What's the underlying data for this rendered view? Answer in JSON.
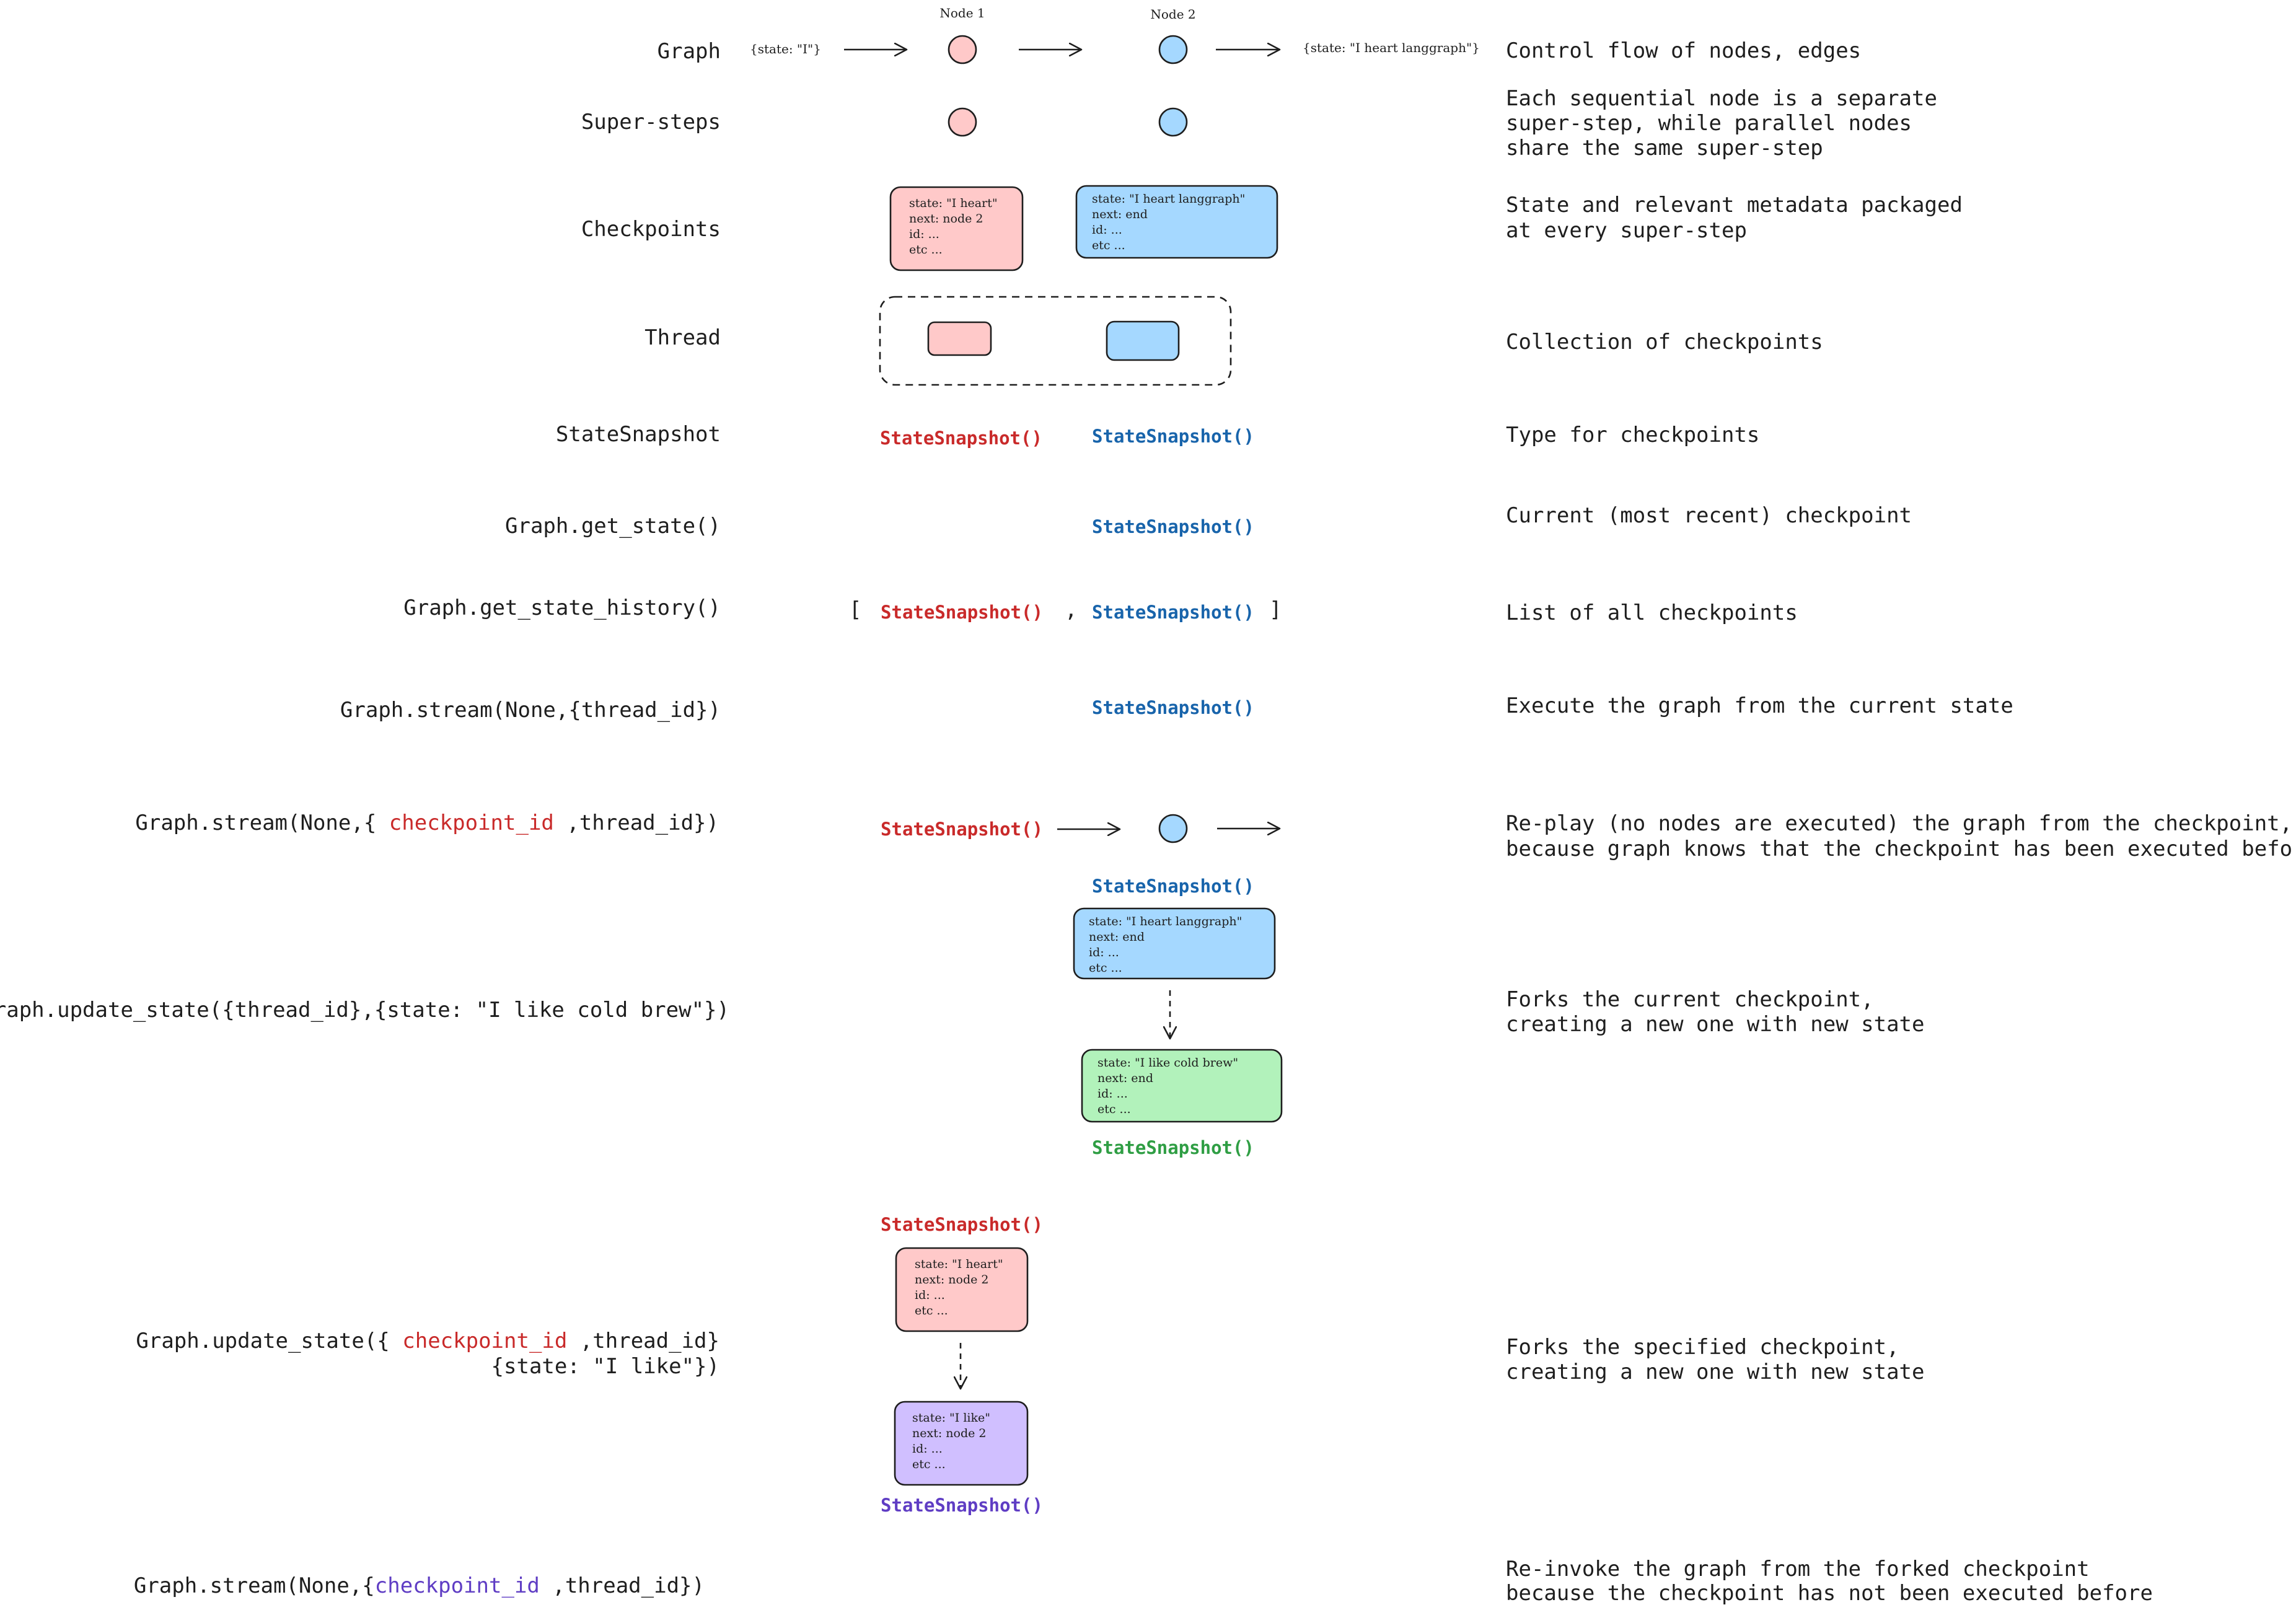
{
  "colors": {
    "red_fill": "#ffc9c9",
    "blue_fill": "#a5d8ff",
    "green_fill": "#b2f2bb",
    "purple_fill": "#d0bfff",
    "red_text": "#c92a2a",
    "blue_text": "#1864ab",
    "green_text": "#2f9e44",
    "purple_text": "#5f3dc4",
    "stroke": "#1e1e1e"
  },
  "icons": {
    "arrow": "arrow-right-icon",
    "dashed_arrow": "arrow-down-dashed-icon"
  },
  "graph": {
    "node1": "Node 1",
    "node2": "Node 2",
    "input": "{state: \"I\"}",
    "output": "{state: \"I heart langgraph\"}"
  },
  "labels": {
    "graph": "Graph",
    "supersteps": "Super-steps",
    "checkpoints": "Checkpoints",
    "thread": "Thread",
    "statesnapshot": "StateSnapshot",
    "get_state": "Graph.get_state()",
    "get_state_history": "Graph.get_state_history()",
    "stream_thread": "Graph.stream(None,{thread_id})",
    "stream_cp_pre": "Graph.stream(None,{ ",
    "stream_cp_id": "checkpoint_id",
    "stream_cp_post": " ,thread_id})",
    "update_thread": "Graph.update_state({thread_id},{state: \"I like cold brew\"})",
    "update_cp_pre": "Graph.update_state({ ",
    "update_cp_id": "checkpoint_id",
    "update_cp_post": " ,thread_id}",
    "update_cp_line2": "{state: \"I like\"})",
    "restream_pre": "Graph.stream(None,{",
    "restream_id": "checkpoint_id",
    "restream_post": "  ,thread_id})"
  },
  "descriptions": {
    "graph": "Control flow of nodes, edges",
    "supersteps": [
      "Each sequential node is a separate",
      "super-step, while parallel nodes",
      "share the same super-step"
    ],
    "checkpoints": [
      "State and relevant metadata packaged",
      "at every super-step"
    ],
    "thread": "Collection of checkpoints",
    "statesnapshot": "Type for checkpoints",
    "get_state": "Current (most recent) checkpoint",
    "get_state_history": "List of all checkpoints",
    "stream_thread": "Execute the graph from the current state",
    "stream_cp": [
      "Re-play (no nodes are executed) the graph from the checkpoint,",
      "because graph knows that the checkpoint has been executed before"
    ],
    "update_thread": [
      "Forks the current checkpoint,",
      "creating a new one with new state"
    ],
    "update_cp": [
      "Forks the specified checkpoint,",
      "creating a new one with new state"
    ],
    "restream": [
      "Re-invoke the graph from the forked checkpoint",
      "because the checkpoint has not been executed before"
    ]
  },
  "cards": {
    "node1": [
      "state: \"I heart\"",
      "next: node 2",
      "id: ...",
      "etc ..."
    ],
    "node2": [
      "state: \"I heart langgraph\"",
      "next: end",
      "id: ...",
      "etc ..."
    ],
    "cold_brew": [
      "state: \"I like cold brew\"",
      "next: end",
      "id: ...",
      "etc ..."
    ],
    "i_like": [
      "state: \"I like\"",
      "next: node 2",
      "id: ...",
      "etc ..."
    ]
  },
  "snap": {
    "name": "StateSnapshot()",
    "open_bracket": "[",
    "comma": ",",
    "close_bracket": "]"
  }
}
